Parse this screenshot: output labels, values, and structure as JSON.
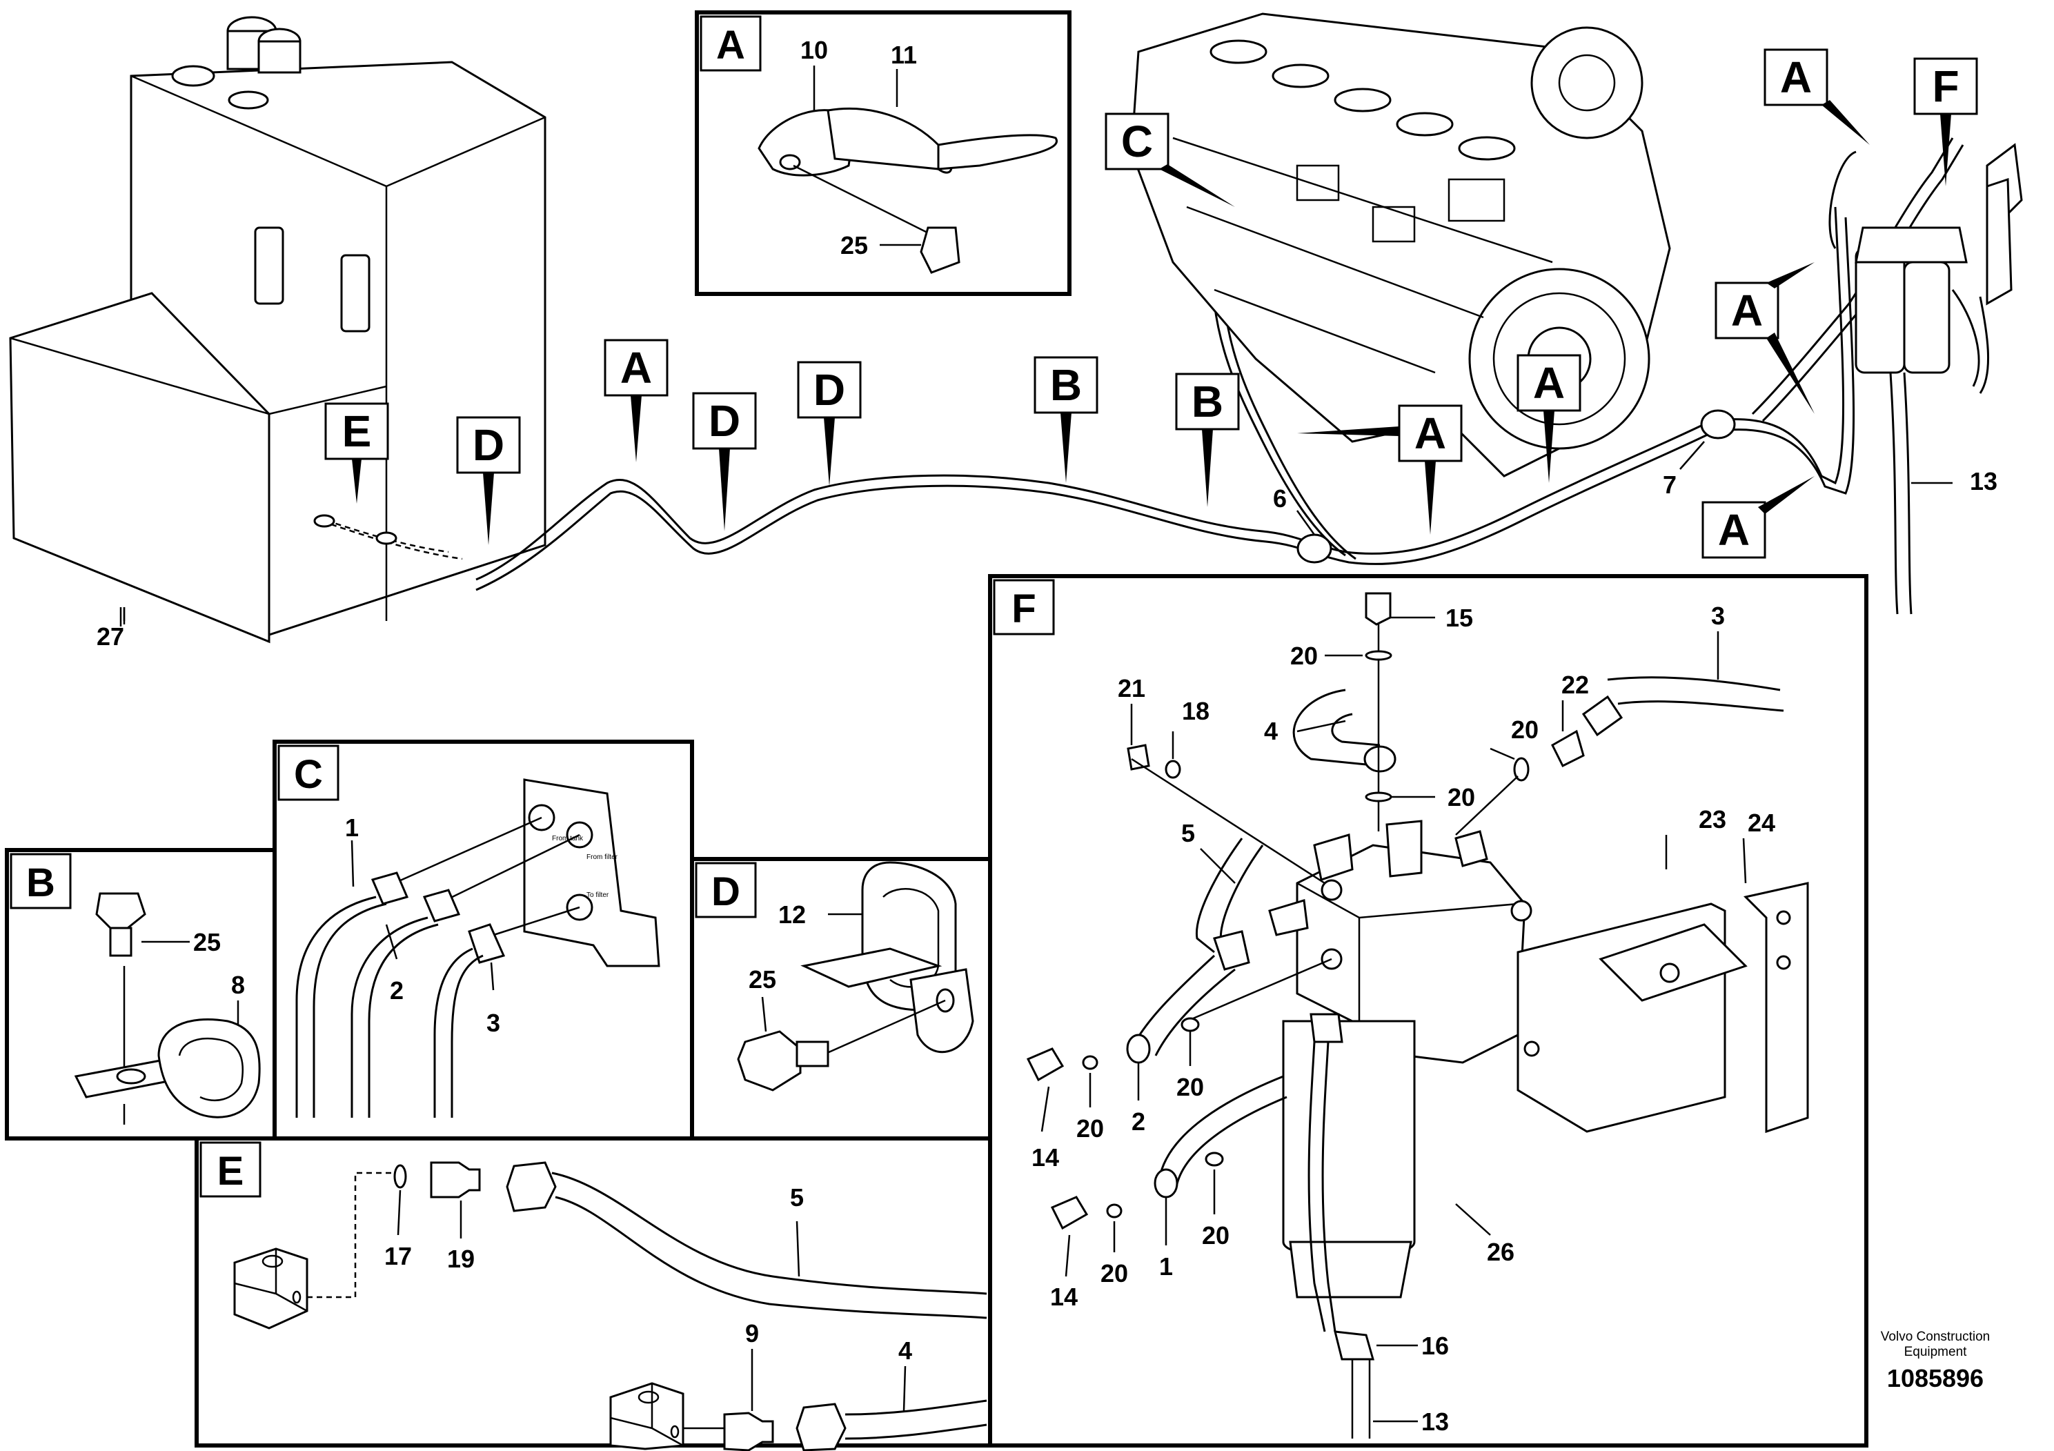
{
  "detail_labels": {
    "A": "A",
    "B": "B",
    "C": "C",
    "D": "D",
    "E": "E",
    "F": "F"
  },
  "overview": {
    "callouts": {
      "n27": "27",
      "n6": "6",
      "n7": "7",
      "n13": "13"
    },
    "markers": [
      "E",
      "D",
      "A",
      "D",
      "D",
      "B",
      "B",
      "C",
      "A",
      "A",
      "A",
      "F",
      "A",
      "A"
    ]
  },
  "panel_a": {
    "callouts": {
      "n10": "10",
      "n11": "11",
      "n25": "25"
    }
  },
  "panel_b": {
    "callouts": {
      "n25": "25",
      "n8": "8"
    }
  },
  "panel_c": {
    "callouts": {
      "n1": "1",
      "n2": "2",
      "n3": "3"
    },
    "port_labels": [
      "From tank",
      "From filter",
      "To filter"
    ]
  },
  "panel_d": {
    "callouts": {
      "n12": "12",
      "n25": "25"
    }
  },
  "panel_e": {
    "callouts": {
      "n17": "17",
      "n19": "19",
      "n5": "5",
      "n9": "9",
      "n4": "4"
    }
  },
  "panel_f": {
    "callouts": {
      "n15": "15",
      "n20a": "20",
      "n3": "3",
      "n21": "21",
      "n18": "18",
      "n4": "4",
      "n22": "22",
      "n20b": "20",
      "n20c": "20",
      "n23": "23",
      "n24": "24",
      "n5": "5",
      "n14a": "14",
      "n20d": "20",
      "n2": "2",
      "n20e": "20",
      "n14b": "14",
      "n20f": "20",
      "n1": "1",
      "n20g": "20",
      "n26": "26",
      "n16": "16",
      "n13": "13"
    }
  },
  "credit": {
    "company": "Volvo Construction Equipment",
    "drawing_number": "1085896"
  }
}
